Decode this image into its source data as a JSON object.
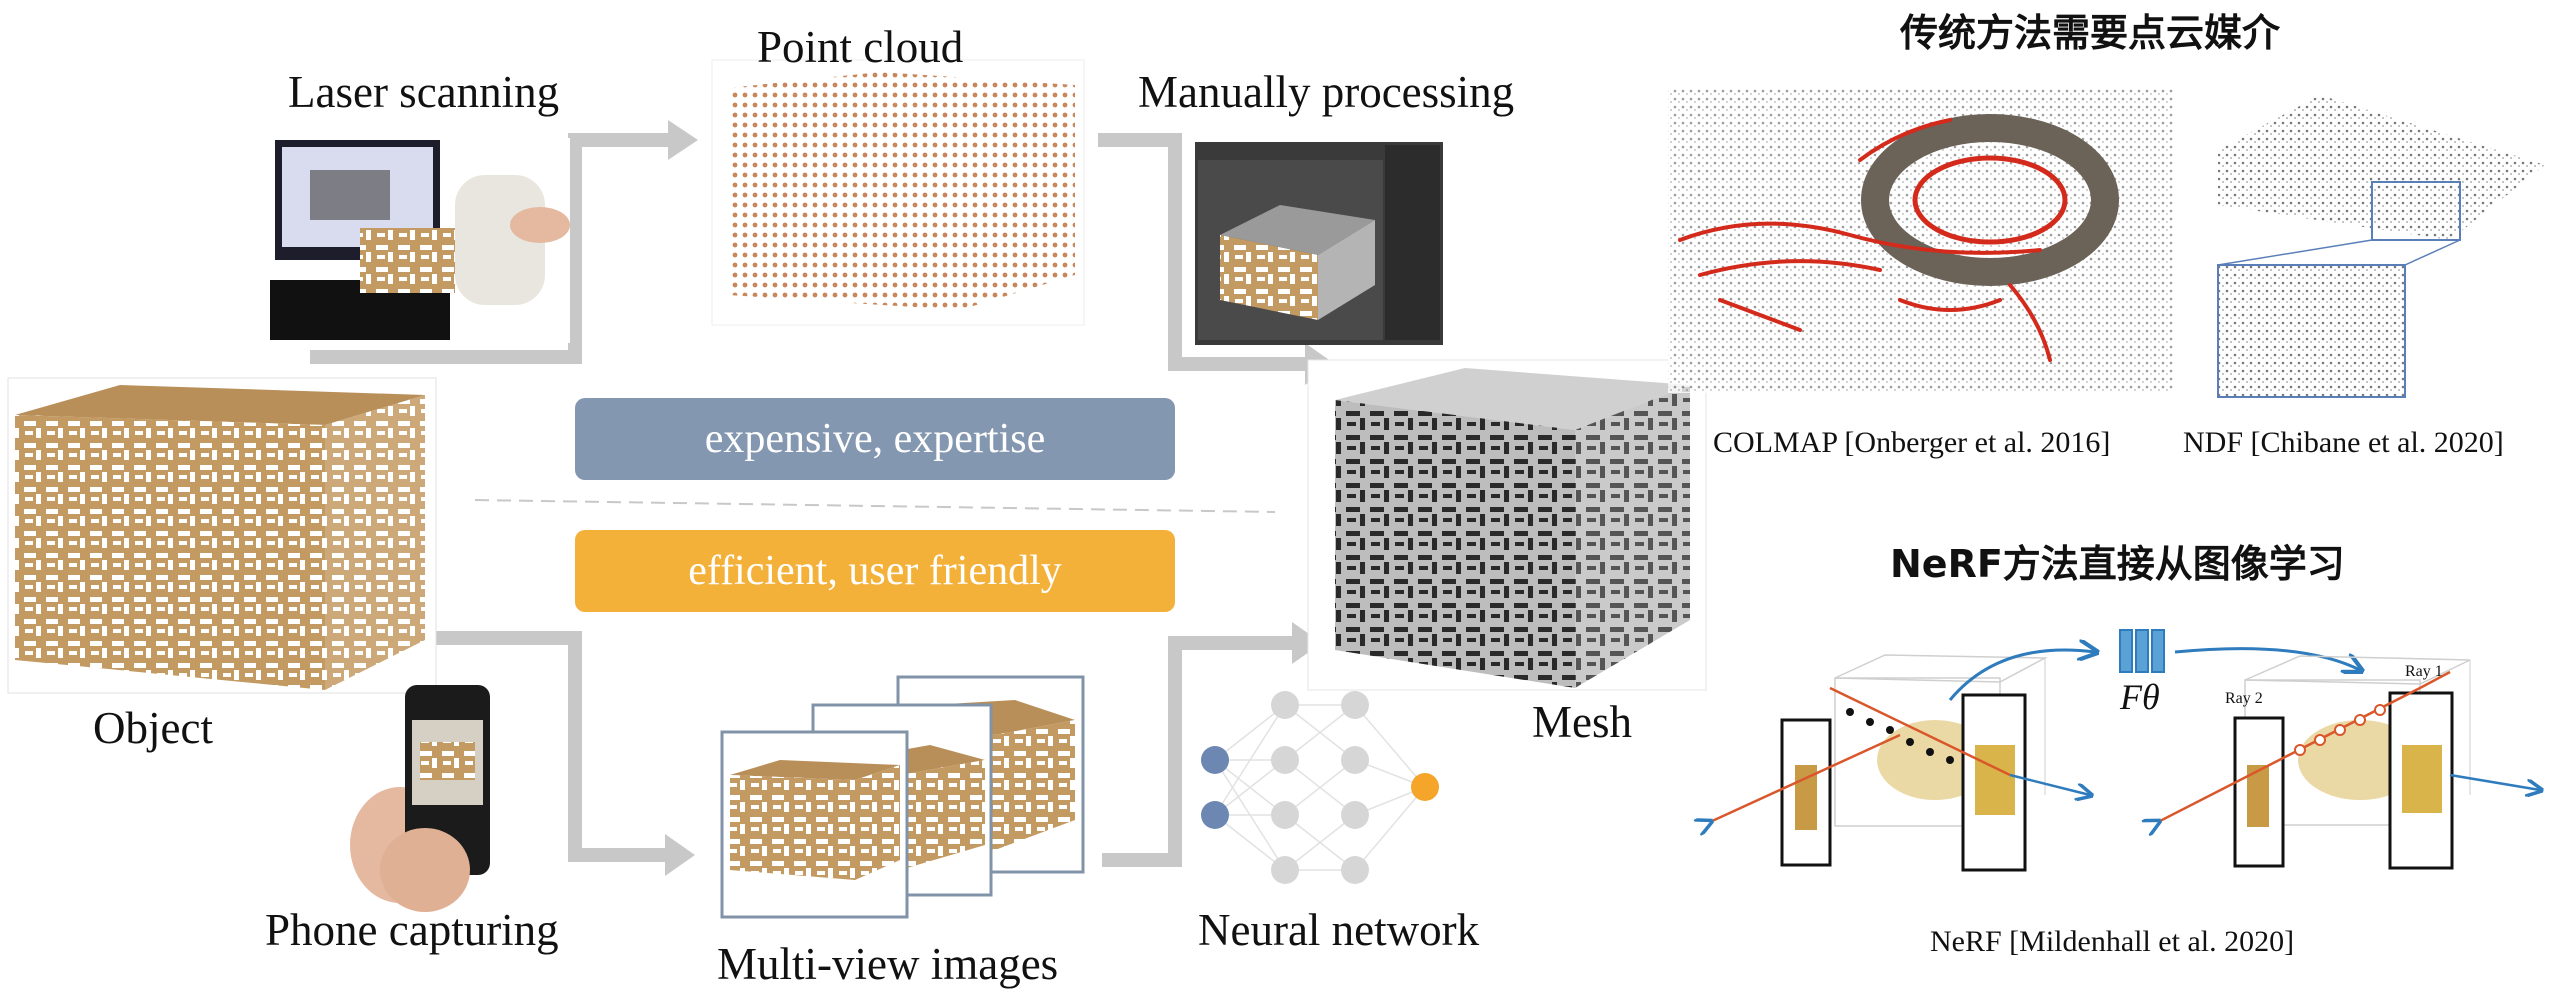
{
  "left_diagram": {
    "labels": {
      "laser_scanning": "Laser scanning",
      "point_cloud": "Point cloud",
      "manually_processing": "Manually processing",
      "object": "Object",
      "mesh": "Mesh",
      "phone_capturing": "Phone capturing",
      "multi_view_images": "Multi-view images",
      "neural_network": "Neural network"
    },
    "badges": {
      "expensive": "expensive, expertise",
      "efficient": "efficient, user friendly"
    },
    "colors": {
      "expensive_badge": "#8497b0",
      "efficient_badge": "#f4b13a",
      "wood": "#c49a63",
      "mesh_gray": "#bfbfbf",
      "arrow_gray": "#c8c8c8",
      "nn_blue": "#6d87b3",
      "nn_orange": "#f4a52a",
      "nn_gray": "#d6d6d6"
    }
  },
  "right_panel": {
    "traditional_title": "传统方法需要点云媒介",
    "colmap_caption": "COLMAP [Onberger et al. 2016]",
    "ndf_caption": "NDF [Chibane et al. 2020]",
    "nerf_title": "NeRF方法直接从图像学习",
    "nerf_caption": "NeRF [Mildenhall et al. 2020]",
    "f_theta": "Fθ",
    "ray1": "Ray 1",
    "ray2": "Ray 2"
  }
}
